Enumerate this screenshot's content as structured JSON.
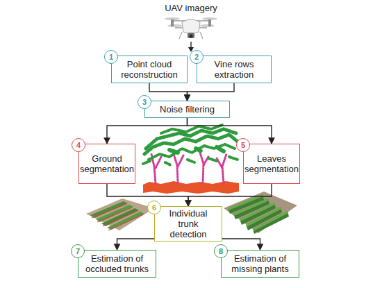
{
  "diagram": {
    "nodes": [
      {
        "text": [
          "Point cloud reconstruction"
        ]
      },
      {
        "text": [
          "1"
        ],
        "in": 0
      },
      {
        "text": [
          "Vine rows extraction"
        ]
      },
      {
        "text": [
          "2"
        ],
        "in": 2
      },
      {
        "text": [
          "Noise filtering"
        ]
      },
      {
        "text": [
          "3"
        ],
        "in": 4
      },
      {
        "text": [
          "Ground segmentation"
        ]
      },
      {
        "text": [
          "4"
        ],
        "in": 6
      },
      {
        "text": [
          "Leaves segmentation"
        ]
      },
      {
        "text": [
          "5"
        ],
        "in": 8
      },
      {
        "text": [
          "Individual trunk detection"
        ]
      },
      {
        "text": [
          "6"
        ],
        "in": 10
      },
      {
        "text": [
          "Estimation of occluded trunks"
        ]
      },
      {
        "text": [
          "7"
        ],
        "in": 12
      },
      {
        "text": [
          "Estimation of missing plants"
        ]
      },
      {
        "text": [
          "8"
        ],
        "in": 14
      }
    ],
    "edges": [
      {
        "from": 0,
        "to": 4,
        "arrow": "to"
      },
      {
        "from": 2,
        "to": 4,
        "arrow": "to"
      },
      {
        "from": 4,
        "to": 6,
        "arrow": "to"
      },
      {
        "from": 4,
        "to": 8,
        "arrow": "to"
      },
      {
        "from": 6,
        "to": 10,
        "arrow": "to"
      },
      {
        "from": 8,
        "to": 10,
        "arrow": "to"
      },
      {
        "from": 10,
        "to": 12,
        "arrow": "to"
      },
      {
        "from": 10,
        "to": 14,
        "arrow": "to"
      }
    ],
    "labels": [
      "UAV imagery"
    ]
  }
}
